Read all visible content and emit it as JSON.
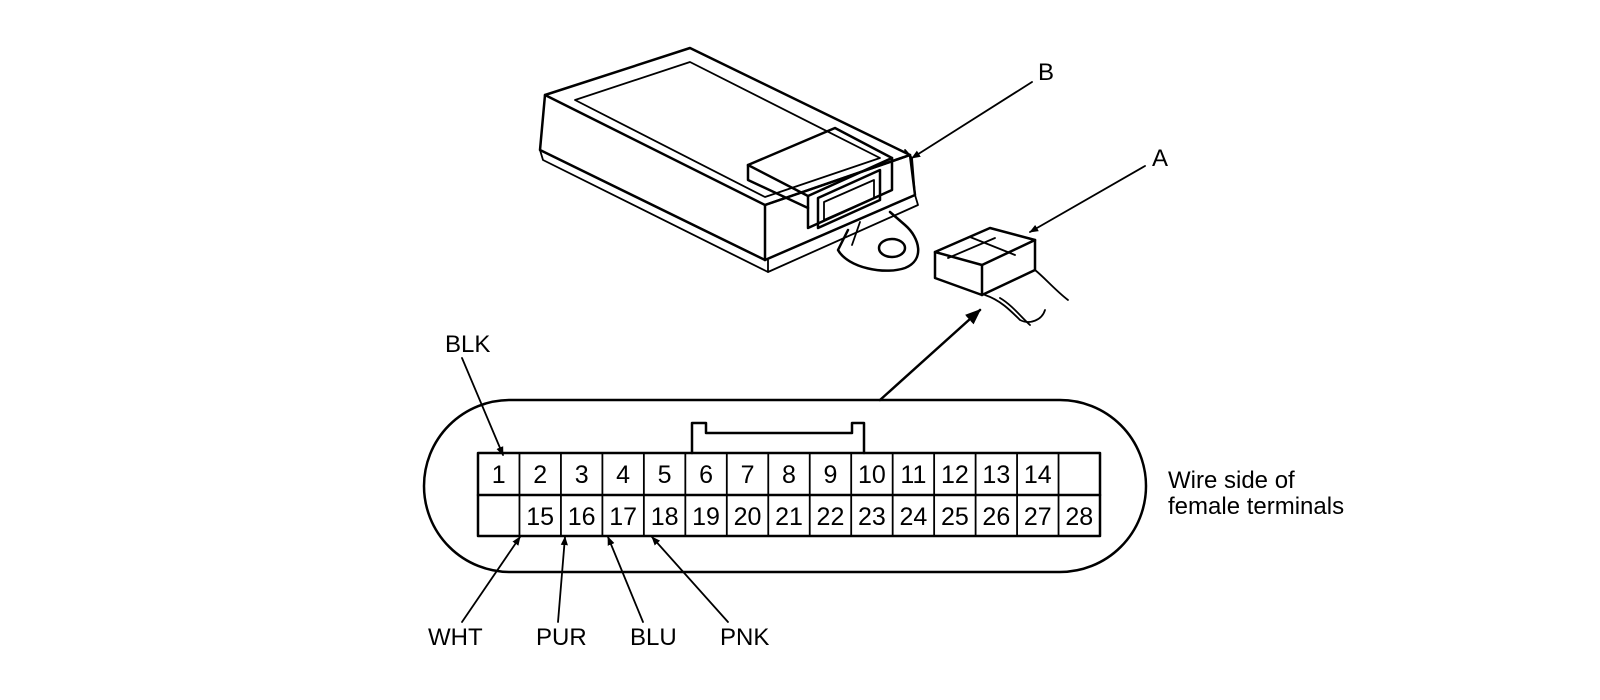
{
  "callouts": {
    "b": "B",
    "a": "A"
  },
  "wire_colors": {
    "blk": "BLK",
    "wht": "WHT",
    "pur": "PUR",
    "blu": "BLU",
    "pnk": "PNK"
  },
  "connector_caption": {
    "line1": "Wire side of",
    "line2": "female terminals"
  },
  "terminals": {
    "top_row": [
      "1",
      "2",
      "3",
      "4",
      "5",
      "6",
      "7",
      "8",
      "9",
      "10",
      "11",
      "12",
      "13",
      "14",
      ""
    ],
    "bottom_row": [
      "",
      "15",
      "16",
      "17",
      "18",
      "19",
      "20",
      "21",
      "22",
      "23",
      "24",
      "25",
      "26",
      "27",
      "28"
    ]
  },
  "colors": {
    "line": "#000000",
    "background": "#ffffff"
  }
}
